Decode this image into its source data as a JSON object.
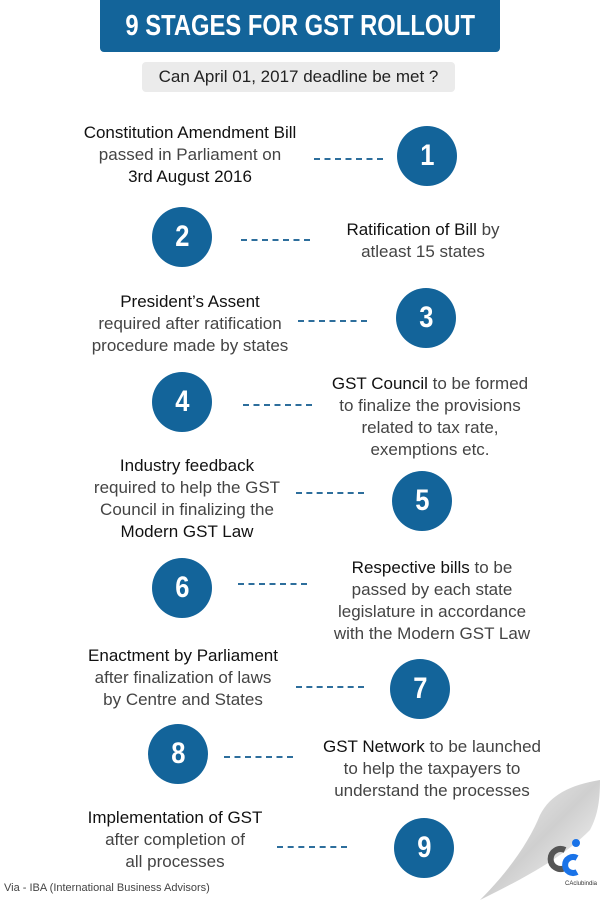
{
  "title": "9 STAGES FOR GST ROLLOUT",
  "subtitle": "Can April 01, 2017 deadline be met ?",
  "stages": [
    {
      "number": "1",
      "lines": [
        [
          {
            "t": "Constitution Amendment Bill",
            "b": true
          }
        ],
        [
          {
            "t": "passed in Parliament on",
            "b": false
          }
        ],
        [
          {
            "t": "3rd August 2016",
            "b": true
          }
        ]
      ]
    },
    {
      "number": "2",
      "lines": [
        [
          {
            "t": "Ratification of Bill",
            "b": true
          },
          {
            "t": " by",
            "b": false
          }
        ],
        [
          {
            "t": "atleast 15 states",
            "b": false
          }
        ]
      ]
    },
    {
      "number": "3",
      "lines": [
        [
          {
            "t": "President’s Assent",
            "b": true
          }
        ],
        [
          {
            "t": "required after ratification",
            "b": false
          }
        ],
        [
          {
            "t": "procedure made by states",
            "b": false
          }
        ]
      ]
    },
    {
      "number": "4",
      "lines": [
        [
          {
            "t": "GST Council",
            "b": true
          },
          {
            "t": " to be formed",
            "b": false
          }
        ],
        [
          {
            "t": "to finalize the provisions",
            "b": false
          }
        ],
        [
          {
            "t": "related to tax rate,",
            "b": false
          }
        ],
        [
          {
            "t": "exemptions etc.",
            "b": false
          }
        ]
      ]
    },
    {
      "number": "5",
      "lines": [
        [
          {
            "t": "Industry feedback",
            "b": true
          }
        ],
        [
          {
            "t": "required to help the GST",
            "b": false
          }
        ],
        [
          {
            "t": "Council in finalizing the",
            "b": false
          }
        ],
        [
          {
            "t": "Modern GST Law",
            "b": true
          }
        ]
      ]
    },
    {
      "number": "6",
      "lines": [
        [
          {
            "t": "Respective bills",
            "b": true
          },
          {
            "t": " to be",
            "b": false
          }
        ],
        [
          {
            "t": "passed by each state",
            "b": false
          }
        ],
        [
          {
            "t": "legislature in accordance",
            "b": false
          }
        ],
        [
          {
            "t": "with the Modern GST Law",
            "b": false
          }
        ]
      ]
    },
    {
      "number": "7",
      "lines": [
        [
          {
            "t": "Enactment by Parliament",
            "b": true
          }
        ],
        [
          {
            "t": "after finalization of laws",
            "b": false
          }
        ],
        [
          {
            "t": "by Centre and States",
            "b": false
          }
        ]
      ]
    },
    {
      "number": "8",
      "lines": [
        [
          {
            "t": "GST Network",
            "b": true
          },
          {
            "t": " to be launched",
            "b": false
          }
        ],
        [
          {
            "t": "to help the taxpayers to",
            "b": false
          }
        ],
        [
          {
            "t": "understand the processes",
            "b": false
          }
        ]
      ]
    },
    {
      "number": "9",
      "lines": [
        [
          {
            "t": "Implementation of GST",
            "b": true
          }
        ],
        [
          {
            "t": "after completion of",
            "b": false
          }
        ],
        [
          {
            "t": "all processes",
            "b": false
          }
        ]
      ]
    }
  ],
  "footer": "Via - IBA (International Business Advisors)",
  "logo_text": "CAclubindia",
  "colors": {
    "accent": "#13649a",
    "logo_blue": "#1a73e8",
    "logo_gray": "#555555"
  }
}
